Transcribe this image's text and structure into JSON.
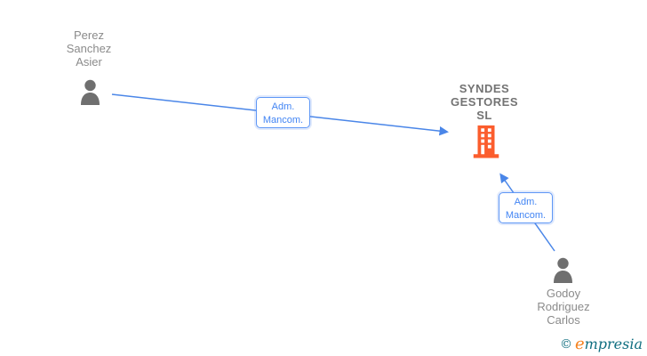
{
  "diagram": {
    "title": "Company relationship graph",
    "nodes": {
      "person1": {
        "type": "person",
        "line1": "Perez",
        "line2": "Sanchez",
        "line3": "Asier",
        "icon": "person-icon"
      },
      "company": {
        "type": "company",
        "line1": "SYNDES",
        "line2": "GESTORES",
        "line3": "SL",
        "icon": "building-icon"
      },
      "person2": {
        "type": "person",
        "line1": "Godoy",
        "line2": "Rodriguez",
        "line3": "Carlos",
        "icon": "person-icon"
      }
    },
    "edges": [
      {
        "from": "person1",
        "to": "company",
        "label_line1": "Adm.",
        "label_line2": "Mancom."
      },
      {
        "from": "person2",
        "to": "company",
        "label_line1": "Adm.",
        "label_line2": "Mancom."
      }
    ]
  },
  "logo": {
    "copyright": "©",
    "brand_first": "e",
    "brand_rest": "mpresia"
  },
  "colors": {
    "arrow-blue": "#4a86e8",
    "label-blue": "#4285f4",
    "label-border": "#5e97f6",
    "building-orange": "#fb5d2d",
    "person-gray": "#6f6f6f",
    "name-gray": "#8b8b8b",
    "company-gray": "#737373",
    "logo-teal": "#0f6e80",
    "logo-orange": "#f5821f",
    "canvas-bg": "#ffffff"
  }
}
